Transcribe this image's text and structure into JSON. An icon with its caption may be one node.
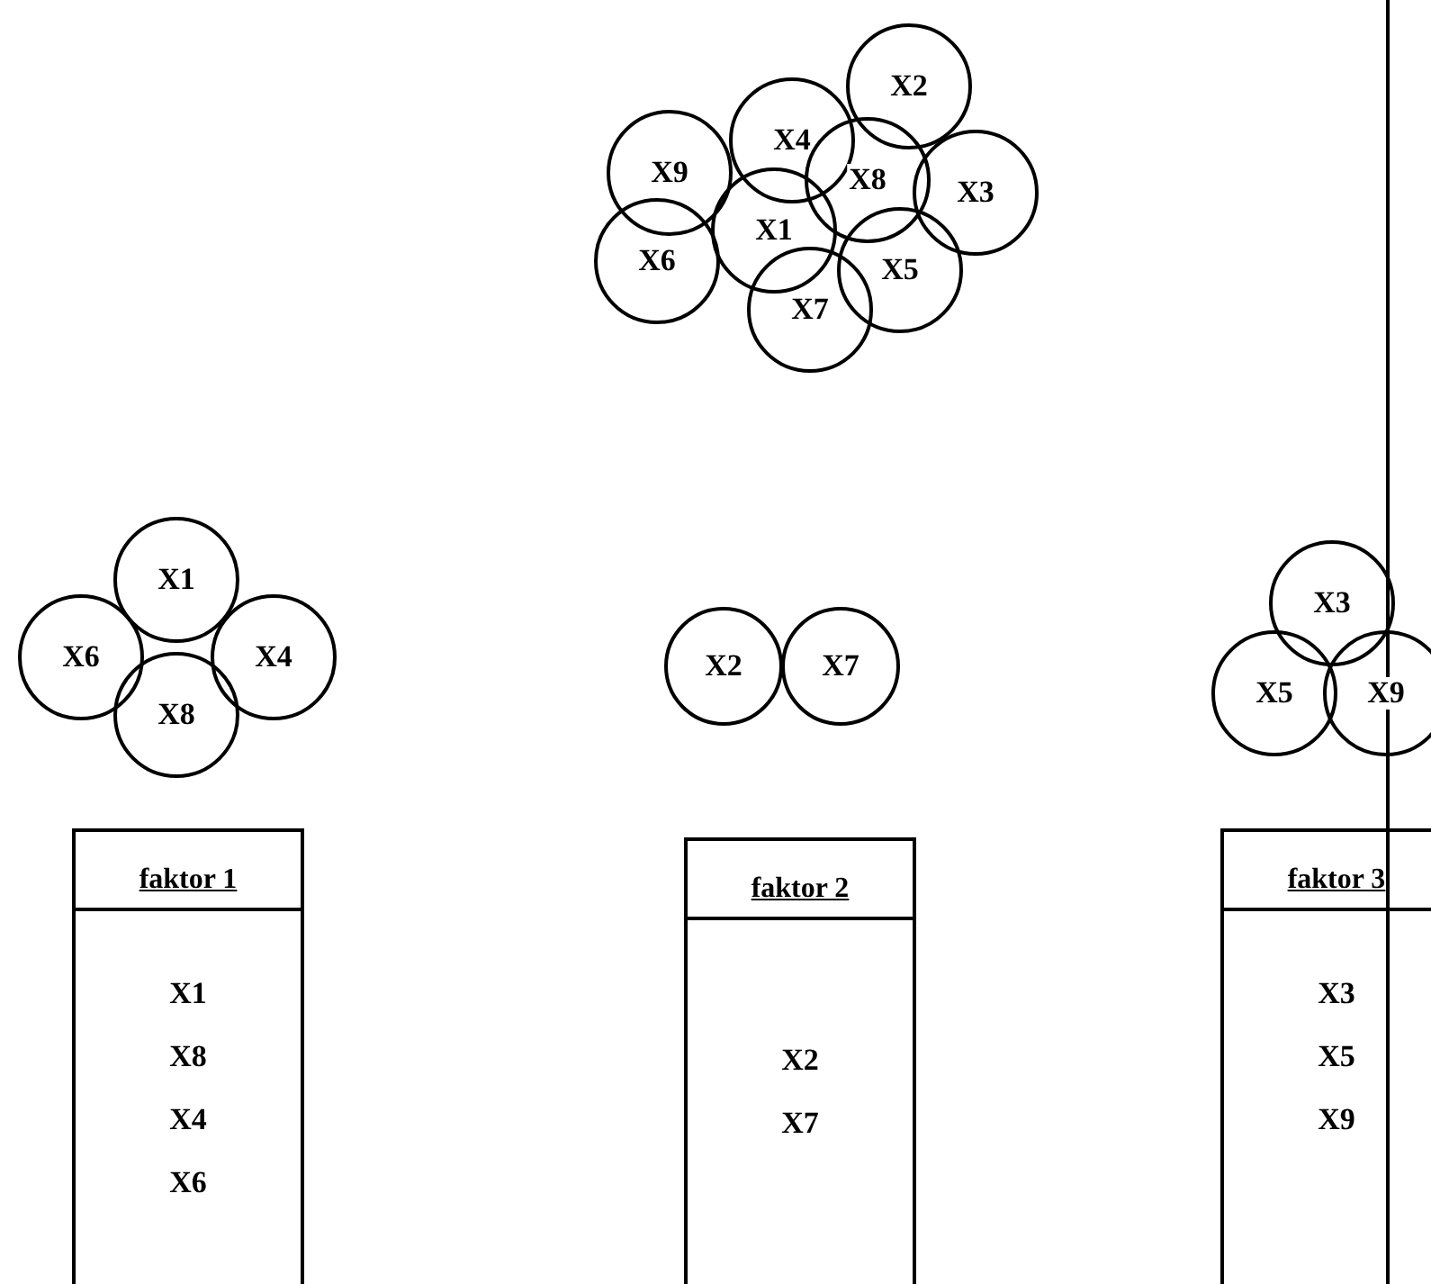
{
  "diagram": {
    "nodes": [
      {
        "text": [
          "X4"
        ]
      },
      {
        "text": [
          "X2"
        ]
      },
      {
        "text": [
          "X9"
        ]
      },
      {
        "text": [
          "X8"
        ]
      },
      {
        "text": [
          "X3"
        ]
      },
      {
        "text": [
          "X1"
        ]
      },
      {
        "text": [
          "X6"
        ]
      },
      {
        "text": [
          "X5"
        ]
      },
      {
        "text": [
          "X7"
        ]
      },
      {
        "text": [
          "X1"
        ]
      },
      {
        "text": [
          "X6"
        ]
      },
      {
        "text": [
          "X4"
        ]
      },
      {
        "text": [
          "X8"
        ]
      },
      {
        "text": [
          "X2"
        ]
      },
      {
        "text": [
          "X7"
        ]
      },
      {
        "text": [
          "X3"
        ]
      },
      {
        "text": [
          "X5"
        ]
      },
      {
        "text": [
          "X9"
        ]
      },
      {
        "text": [
          "faktor 1",
          "X1",
          "X8",
          "X4",
          "X6"
        ]
      },
      {
        "text": [
          "faktor 2",
          "X2",
          "X7"
        ]
      },
      {
        "text": [
          "faktor 3",
          "X3",
          "X5",
          "X9"
        ]
      }
    ],
    "edges": []
  }
}
